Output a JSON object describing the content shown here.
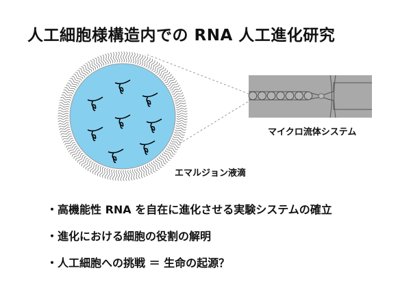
{
  "title": "人工細胞様構造内での RNA 人工進化研究",
  "diagram": {
    "droplet_label": "エマルジョン液滴",
    "microfluidic_label": "マイクロ流体システム",
    "droplet_fill": "#87cfee",
    "rna_count": 8
  },
  "bullets": [
    {
      "marker": "・",
      "text": "高機能性 RNA を自在に進化させる実験システムの確立"
    },
    {
      "marker": "・",
      "text": "進化における細胞の役割の解明"
    },
    {
      "marker": "・",
      "text": "人工細胞への挑戦 ＝ 生命の起源？"
    }
  ]
}
